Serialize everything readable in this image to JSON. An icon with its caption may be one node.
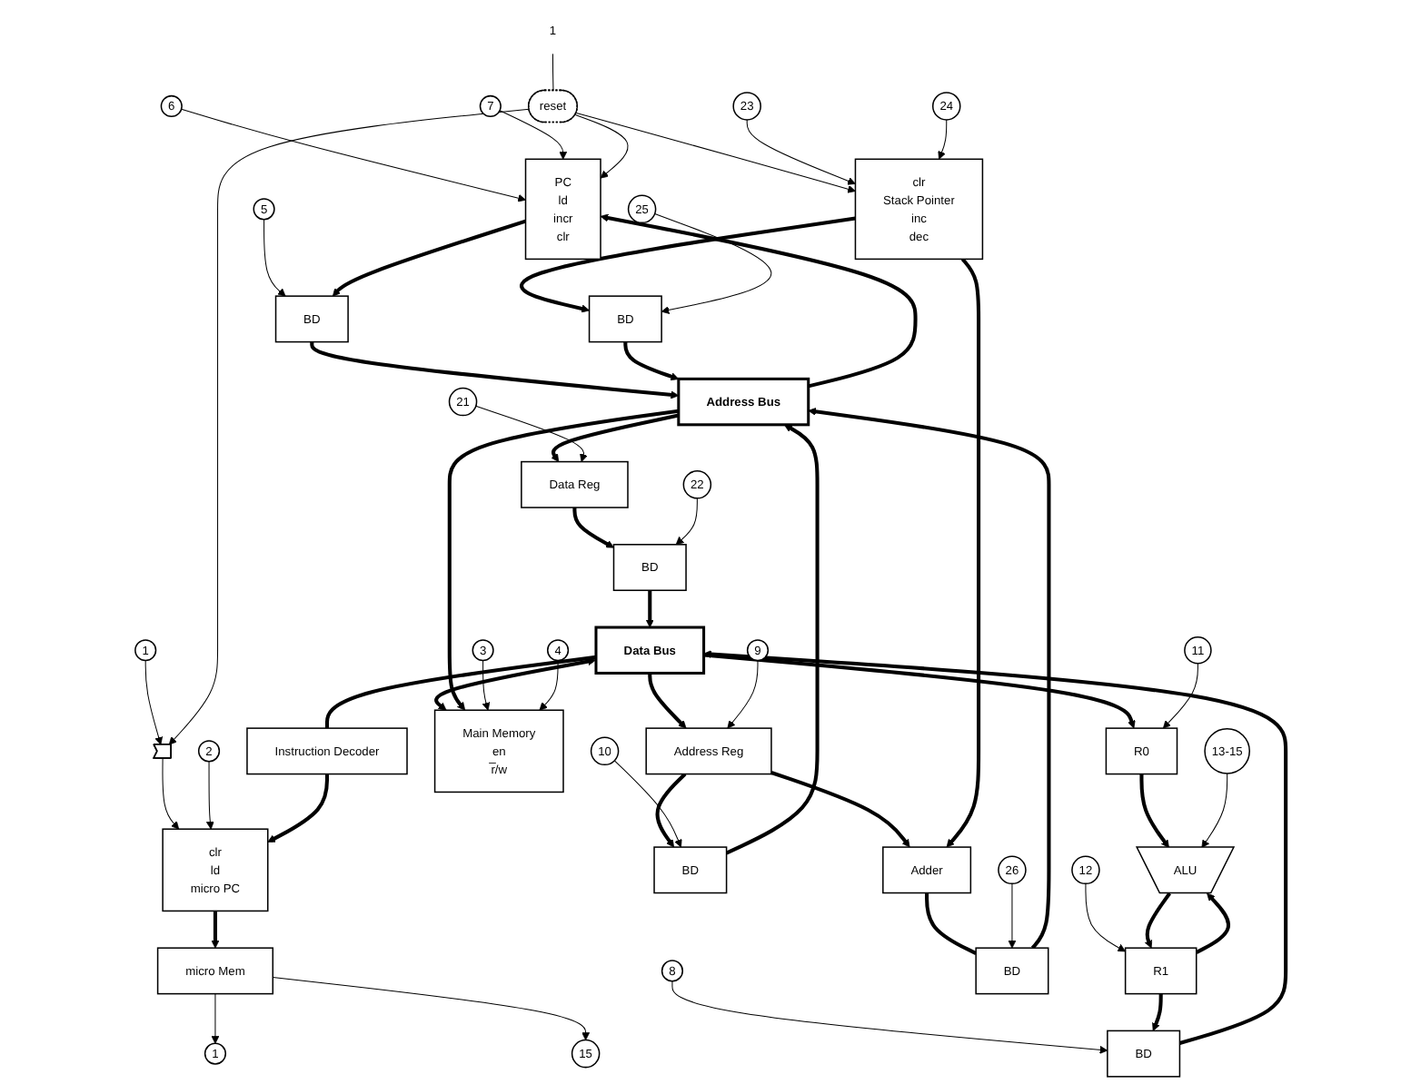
{
  "diagram": {
    "nodes": [
      {
        "text": [
          "1"
        ]
      },
      {
        "text": [],
        "shape": "gate"
      },
      {
        "text": [
          "2"
        ]
      },
      {
        "text": [
          "clr",
          "ld",
          "micro PC"
        ]
      },
      {
        "text": [
          "micro Mem"
        ]
      },
      {
        "text": [
          "1"
        ]
      },
      {
        "text": [
          "15"
        ]
      },
      {
        "text": [
          "Instruction Decoder"
        ]
      },
      {
        "text": [
          "Data Bus"
        ]
      },
      {
        "text": [
          "Main Memory",
          "en",
          "r̅/w"
        ]
      },
      {
        "text": [
          "Address Bus"
        ]
      },
      {
        "text": [
          "5"
        ]
      },
      {
        "text": [
          "BD"
        ]
      },
      {
        "text": [
          "PC",
          "ld",
          "incr",
          "clr"
        ]
      },
      {
        "text": [
          "3"
        ]
      },
      {
        "text": [
          "4"
        ]
      },
      {
        "text": [
          "BD"
        ]
      },
      {
        "text": [
          "Data Reg"
        ]
      },
      {
        "text": [
          "22"
        ]
      },
      {
        "text": [
          "21"
        ]
      },
      {
        "text": [
          "6"
        ]
      },
      {
        "text": [
          "7"
        ]
      },
      {
        "text": [
          "reset"
        ]
      },
      {
        "text": [
          "1"
        ]
      },
      {
        "text": [
          "clr",
          "Stack Pointer",
          "inc",
          "dec"
        ]
      },
      {
        "text": [
          "Address Reg"
        ]
      },
      {
        "text": [
          "BD"
        ]
      },
      {
        "text": [
          "BD"
        ]
      },
      {
        "text": [
          "8"
        ]
      },
      {
        "text": [
          "9"
        ]
      },
      {
        "text": [
          "10"
        ]
      },
      {
        "text": [
          "BD"
        ]
      },
      {
        "text": [
          "25"
        ]
      },
      {
        "text": [
          "BD"
        ]
      },
      {
        "text": [
          "26"
        ]
      },
      {
        "text": [
          "23"
        ]
      },
      {
        "text": [
          "24"
        ]
      },
      {
        "text": [
          "Adder"
        ]
      },
      {
        "text": [
          "11"
        ]
      },
      {
        "text": [
          "R0"
        ]
      },
      {
        "text": [
          "R1"
        ]
      },
      {
        "text": [
          "12"
        ]
      },
      {
        "text": [
          "13-15"
        ]
      },
      {
        "text": [
          "ALU"
        ]
      }
    ],
    "edges": [
      {
        "from": 0,
        "to": 1,
        "arrow": "to"
      },
      {
        "from": 1,
        "to": 3,
        "arrow": "to"
      },
      {
        "from": 2,
        "to": 3,
        "arrow": "to"
      },
      {
        "from": 7,
        "to": 3,
        "arrow": "to",
        "style": "thick"
      },
      {
        "from": 3,
        "to": 4,
        "arrow": "to",
        "style": "thick"
      },
      {
        "from": 4,
        "to": 5,
        "arrow": "to"
      },
      {
        "from": 4,
        "to": 6,
        "arrow": "to"
      },
      {
        "from": 8,
        "to": 7,
        "arrow": "none",
        "style": "thick"
      },
      {
        "from": 8,
        "to": 9,
        "arrow": "both",
        "style": "thick"
      },
      {
        "from": 10,
        "to": 9,
        "arrow": "to",
        "style": "thick"
      },
      {
        "from": 11,
        "to": 12,
        "arrow": "to"
      },
      {
        "from": 13,
        "to": 12,
        "arrow": "to",
        "style": "thick"
      },
      {
        "from": 12,
        "to": 10,
        "arrow": "to",
        "style": "thick"
      },
      {
        "from": 10,
        "to": 13,
        "arrow": "to",
        "style": "thick"
      },
      {
        "from": 14,
        "to": 9,
        "arrow": "to"
      },
      {
        "from": 15,
        "to": 9,
        "arrow": "to"
      },
      {
        "from": 10,
        "to": 17,
        "arrow": "to",
        "style": "thick"
      },
      {
        "from": 17,
        "to": 16,
        "arrow": "to",
        "style": "thick"
      },
      {
        "from": 16,
        "to": 8,
        "arrow": "to",
        "style": "thick"
      },
      {
        "from": 18,
        "to": 16,
        "arrow": "to"
      },
      {
        "from": 19,
        "to": 17,
        "arrow": "to"
      },
      {
        "from": 20,
        "to": 13,
        "arrow": "to"
      },
      {
        "from": 21,
        "to": 13,
        "arrow": "to"
      },
      {
        "from": 23,
        "to": 22,
        "arrow": "none"
      },
      {
        "from": 22,
        "to": 1,
        "arrow": "to"
      },
      {
        "from": 22,
        "to": 13,
        "arrow": "to"
      },
      {
        "from": 22,
        "to": 24,
        "arrow": "to"
      },
      {
        "from": 8,
        "to": 25,
        "arrow": "to",
        "style": "thick"
      },
      {
        "from": 25,
        "to": 26,
        "arrow": "to",
        "style": "thick"
      },
      {
        "from": 26,
        "to": 10,
        "arrow": "to",
        "style": "thick"
      },
      {
        "from": 28,
        "to": 31,
        "arrow": "to"
      },
      {
        "from": 29,
        "to": 25,
        "arrow": "to"
      },
      {
        "from": 30,
        "to": 26,
        "arrow": "to"
      },
      {
        "from": 24,
        "to": 27,
        "arrow": "to",
        "style": "thick"
      },
      {
        "from": 27,
        "to": 10,
        "arrow": "to",
        "style": "thick"
      },
      {
        "from": 32,
        "to": 27,
        "arrow": "to"
      },
      {
        "from": 37,
        "to": 33,
        "arrow": "none",
        "style": "thick"
      },
      {
        "from": 33,
        "to": 10,
        "arrow": "to",
        "style": "thick"
      },
      {
        "from": 34,
        "to": 33,
        "arrow": "to"
      },
      {
        "from": 25,
        "to": 37,
        "arrow": "to",
        "style": "thick"
      },
      {
        "from": 24,
        "to": 37,
        "arrow": "to",
        "style": "thick"
      },
      {
        "from": 35,
        "to": 24,
        "arrow": "to"
      },
      {
        "from": 36,
        "to": 24,
        "arrow": "to"
      },
      {
        "from": 40,
        "to": 31,
        "arrow": "to",
        "style": "thick"
      },
      {
        "from": 31,
        "to": 8,
        "arrow": "to",
        "style": "thick"
      },
      {
        "from": 8,
        "to": 39,
        "arrow": "to",
        "style": "thick"
      },
      {
        "from": 38,
        "to": 39,
        "arrow": "to"
      },
      {
        "from": 41,
        "to": 40,
        "arrow": "to"
      },
      {
        "from": 39,
        "to": 43,
        "arrow": "to",
        "style": "thick"
      },
      {
        "from": 40,
        "to": 43,
        "arrow": "to",
        "style": "thick"
      },
      {
        "from": 43,
        "to": 40,
        "arrow": "to",
        "style": "thick"
      },
      {
        "from": 42,
        "to": 43,
        "arrow": "to"
      }
    ]
  }
}
